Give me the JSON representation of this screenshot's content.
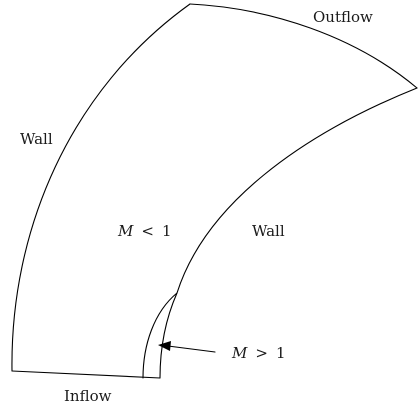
{
  "labels": {
    "outflow": "Outflow",
    "inflow": "Inflow",
    "wall_outer": "Wall",
    "wall_inner": "Wall",
    "subsonic": {
      "var": "M",
      "op": "<",
      "val": "1"
    },
    "supersonic": {
      "var": "M",
      "op": ">",
      "val": "1"
    }
  }
}
